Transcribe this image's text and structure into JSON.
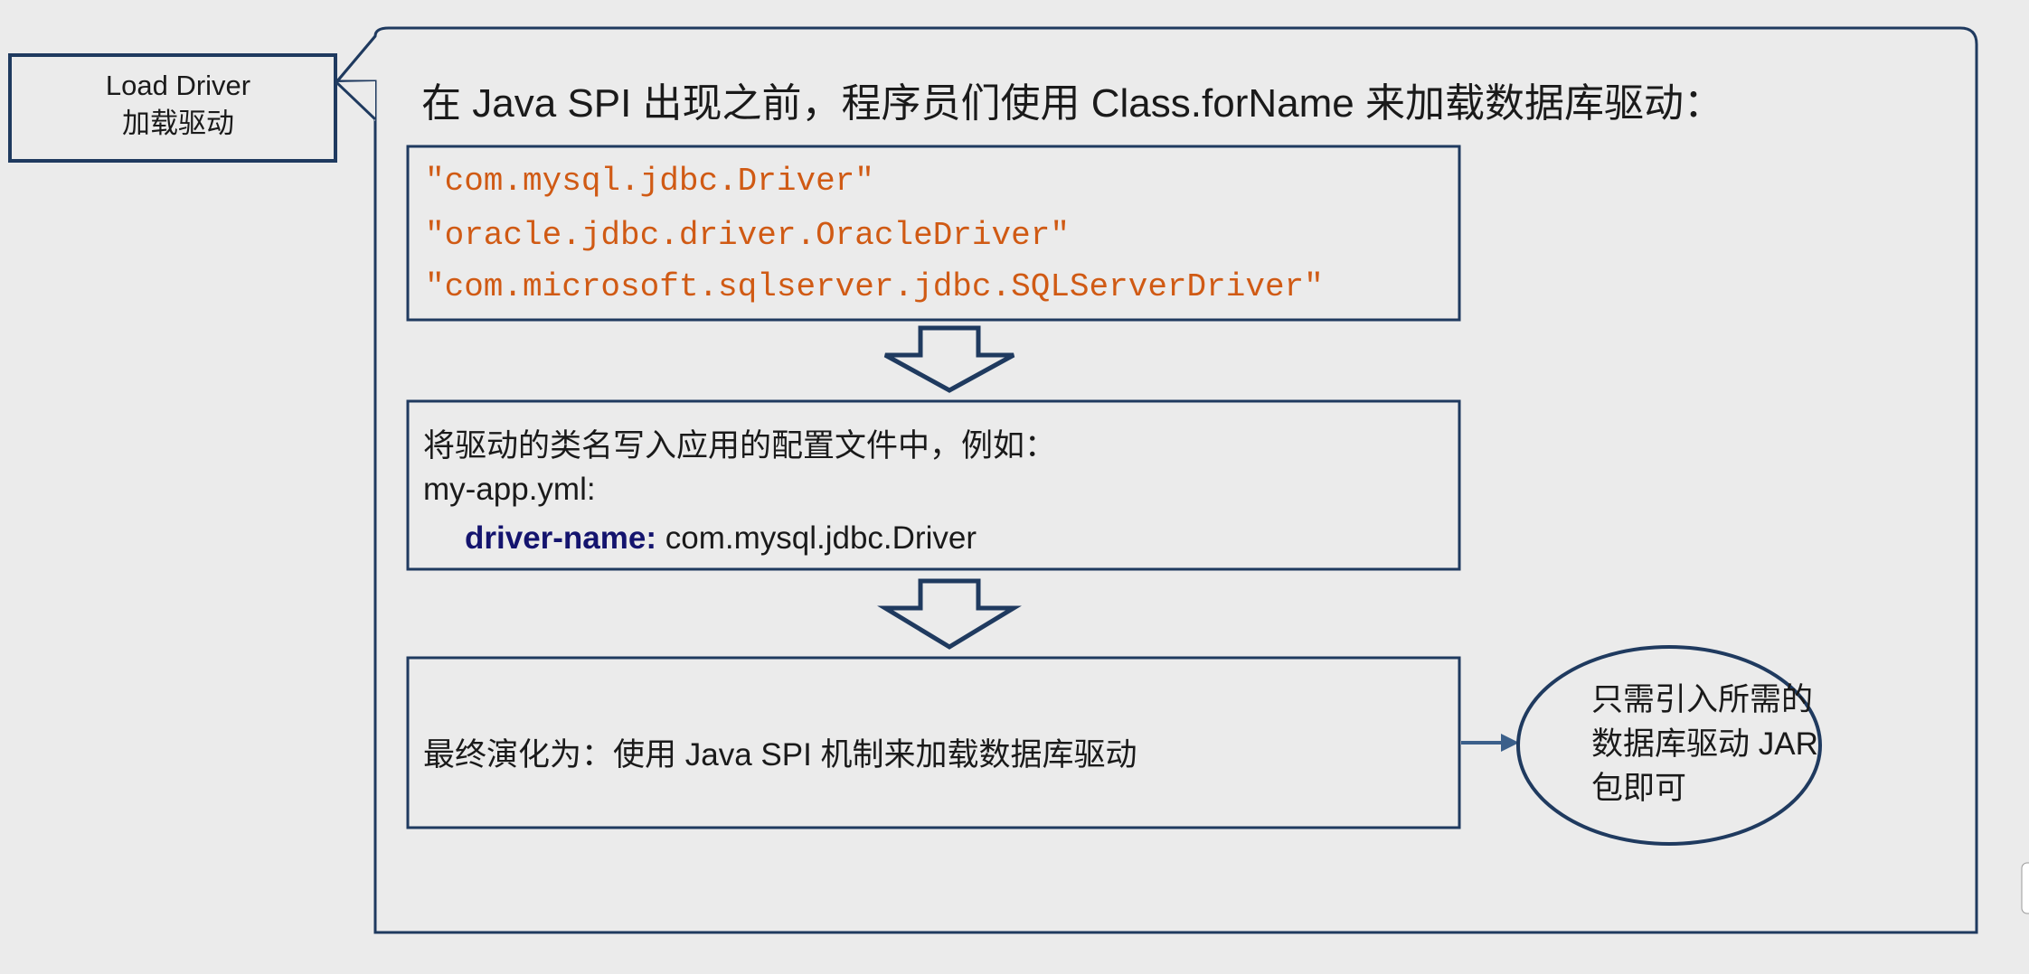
{
  "callout": {
    "line1": "Load Driver",
    "line2": "加载驱动"
  },
  "heading": "在 Java SPI 出现之前，程序员们使用 Class.forName 来加载数据库驱动：",
  "drivers": [
    "\"com.mysql.jdbc.Driver\"",
    "\"oracle.jdbc.driver.OracleDriver\"",
    "\"com.microsoft.sqlserver.jdbc.SQLServerDriver\""
  ],
  "config_step": {
    "intro": "将驱动的类名写入应用的配置文件中，例如：",
    "file": "my-app.yml:",
    "key": "driver-name:",
    "value": " com.mysql.jdbc.Driver"
  },
  "final_step": "最终演化为：使用 Java SPI 机制来加载数据库驱动",
  "note": {
    "line1": "只需引入所需的",
    "line2": "数据库驱动 JAR",
    "line3": "包即可"
  },
  "colors": {
    "border": "#1f3a5f",
    "driver_text": "#d05a14",
    "key_text": "#14146e",
    "background": "#ebebeb"
  }
}
